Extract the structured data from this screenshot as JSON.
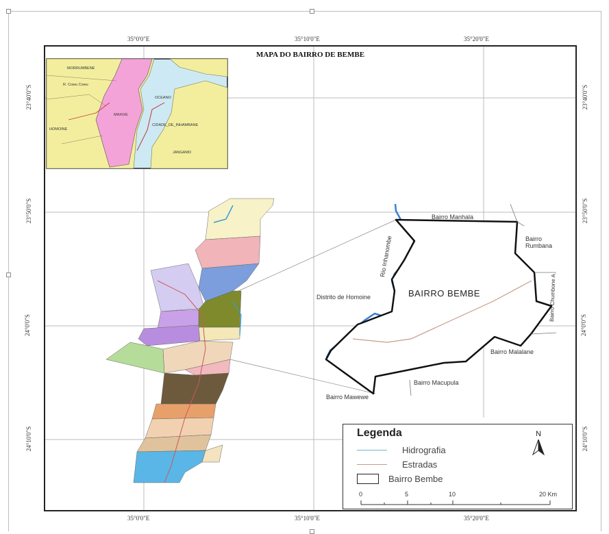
{
  "map": {
    "title": "MAPA DO BAIRRO DE BEMBE",
    "top_longitudes": [
      "35°0'0\"E",
      "35°10'0\"E",
      "35°20'0\"E"
    ],
    "bottom_longitudes": [
      "35°0'0\"E",
      "35°10'0\"E",
      "35°20'0\"E"
    ],
    "left_latitudes": [
      "23°40'0\"S",
      "23°50'0\"S",
      "24°0'0\"S",
      "24°10'0\"S"
    ],
    "right_latitudes": [
      "23°40'0\"S",
      "23°50'0\"S",
      "24°0'0\"S",
      "24°10'0\"S"
    ]
  },
  "inset": {
    "labels": [
      "MORRUMBENE",
      "R. Cowu Cowu",
      "OCEANO",
      "MAXIXE",
      "CIDADE_DE_INHAMBANE",
      "HOMOINE",
      "JANGAMO"
    ]
  },
  "detail": {
    "district_name": "BAIRRO BEMBE",
    "neighbors": {
      "north": "Bairro Manhala",
      "northeast": "Bairro Rumbana",
      "east": "Bairro Chumbone A",
      "southeast": "Bairro Malalane",
      "south": "Bairro Macupula",
      "southwest": "Bairro Mawewe",
      "west": "Distrito de Homoine"
    },
    "river": "Rio Inhanombe"
  },
  "legend": {
    "title": "Legenda",
    "items": [
      {
        "label": "Hidrografia",
        "color": "#6fb7c9"
      },
      {
        "label": "Estradas",
        "color": "#c89a8a"
      },
      {
        "label": "Bairro Bembe",
        "color": "#222222"
      }
    ],
    "north_label": "N",
    "scale_ticks": [
      "0",
      "5",
      "10",
      "20 Km"
    ]
  },
  "colors": {
    "grid": "#bbbbbb",
    "inset_land": "#f3ee9e",
    "inset_district": "#f4a3d8",
    "boundary": "#111111"
  }
}
